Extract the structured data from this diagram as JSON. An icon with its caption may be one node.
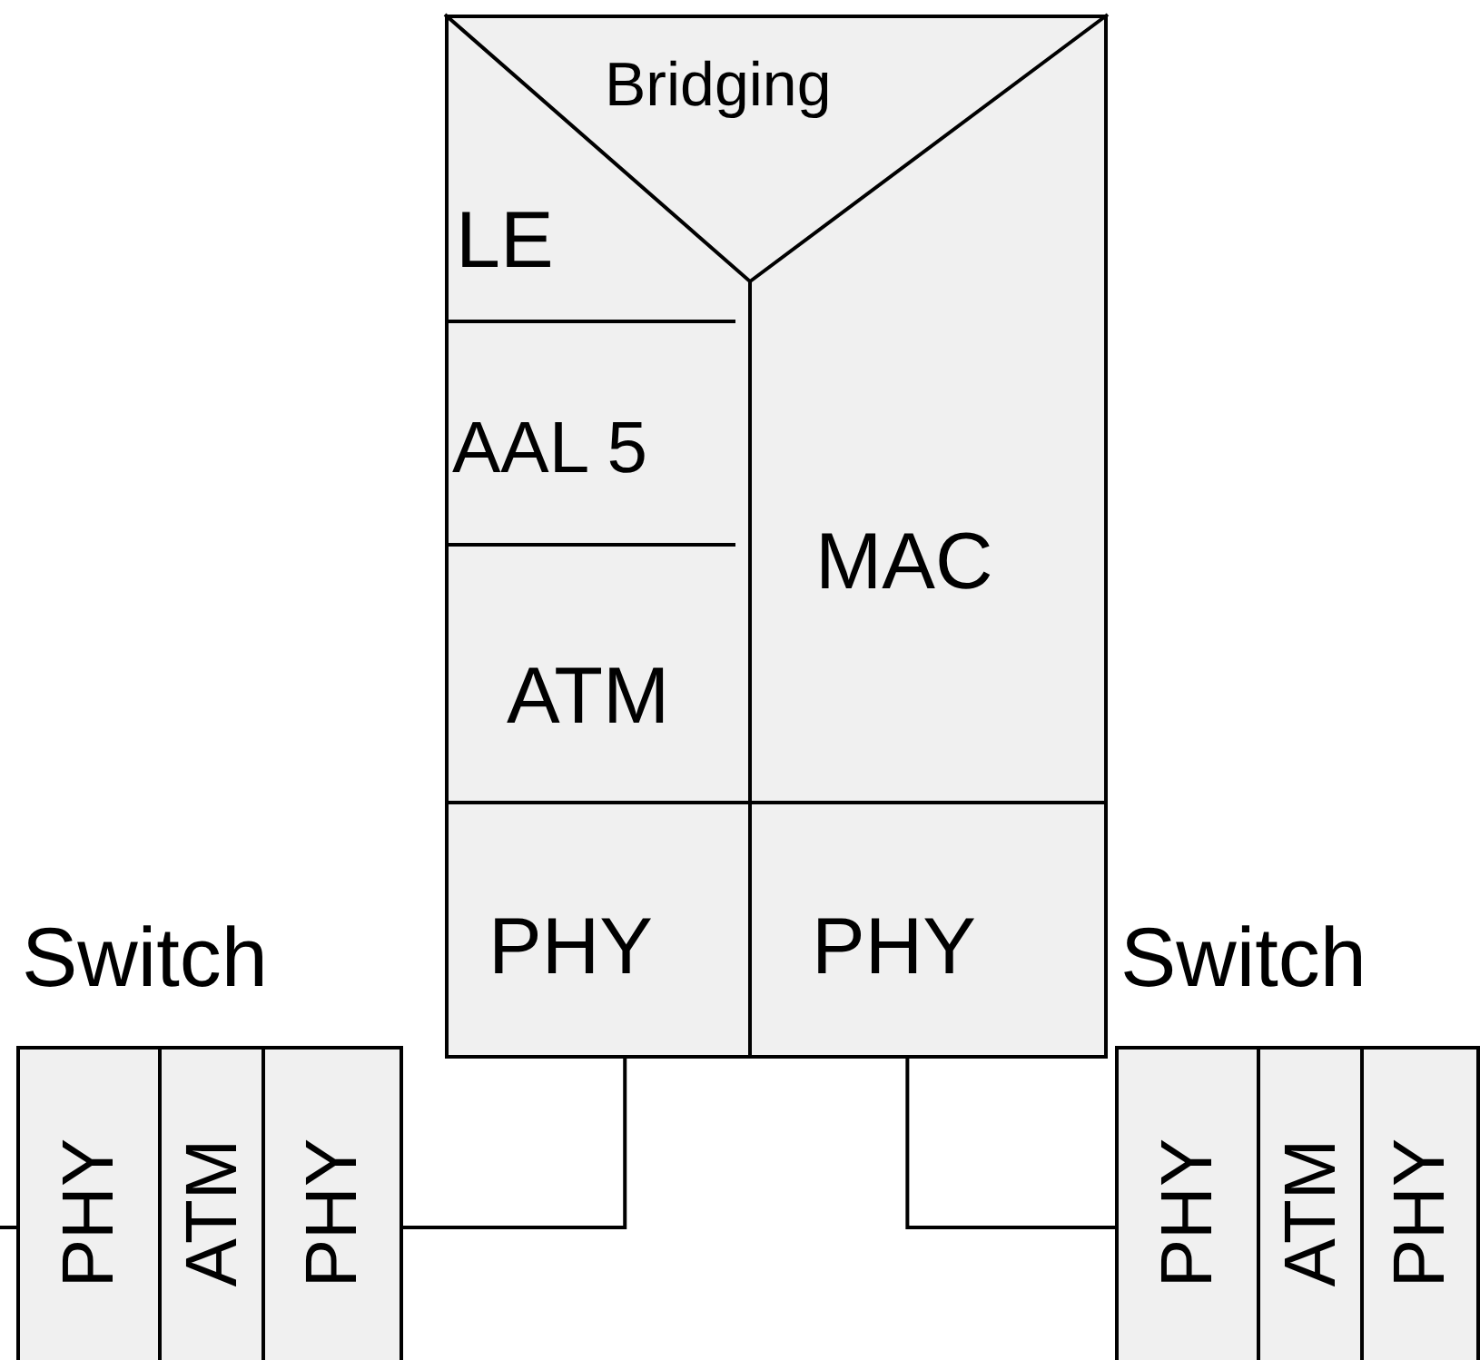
{
  "diagram": {
    "nodes": [
      {
        "text": [
          "Bridging"
        ]
      },
      {
        "text": [
          "LE"
        ]
      },
      {
        "text": [
          "AAL 5"
        ]
      },
      {
        "text": [
          "ATM"
        ]
      },
      {
        "text": [
          "MAC"
        ]
      },
      {
        "text": [
          "PHY"
        ]
      },
      {
        "text": [
          "PHY"
        ]
      },
      {
        "text": [
          "Switch"
        ]
      },
      {
        "text": [
          "PHY"
        ],
        "in": 7
      },
      {
        "text": [
          "ATM"
        ],
        "in": 7
      },
      {
        "text": [
          "PHY"
        ],
        "in": 7
      },
      {
        "text": [
          "Switch"
        ]
      },
      {
        "text": [
          "PHY"
        ],
        "in": 11
      },
      {
        "text": [
          "ATM"
        ],
        "in": 11
      },
      {
        "text": [
          "PHY"
        ],
        "in": 11
      }
    ],
    "edges": [
      {
        "from": null,
        "to": 8,
        "arrow": "none"
      },
      {
        "from": 5,
        "to": 10,
        "arrow": "none"
      },
      {
        "from": 6,
        "to": 12,
        "arrow": "none"
      }
    ]
  }
}
